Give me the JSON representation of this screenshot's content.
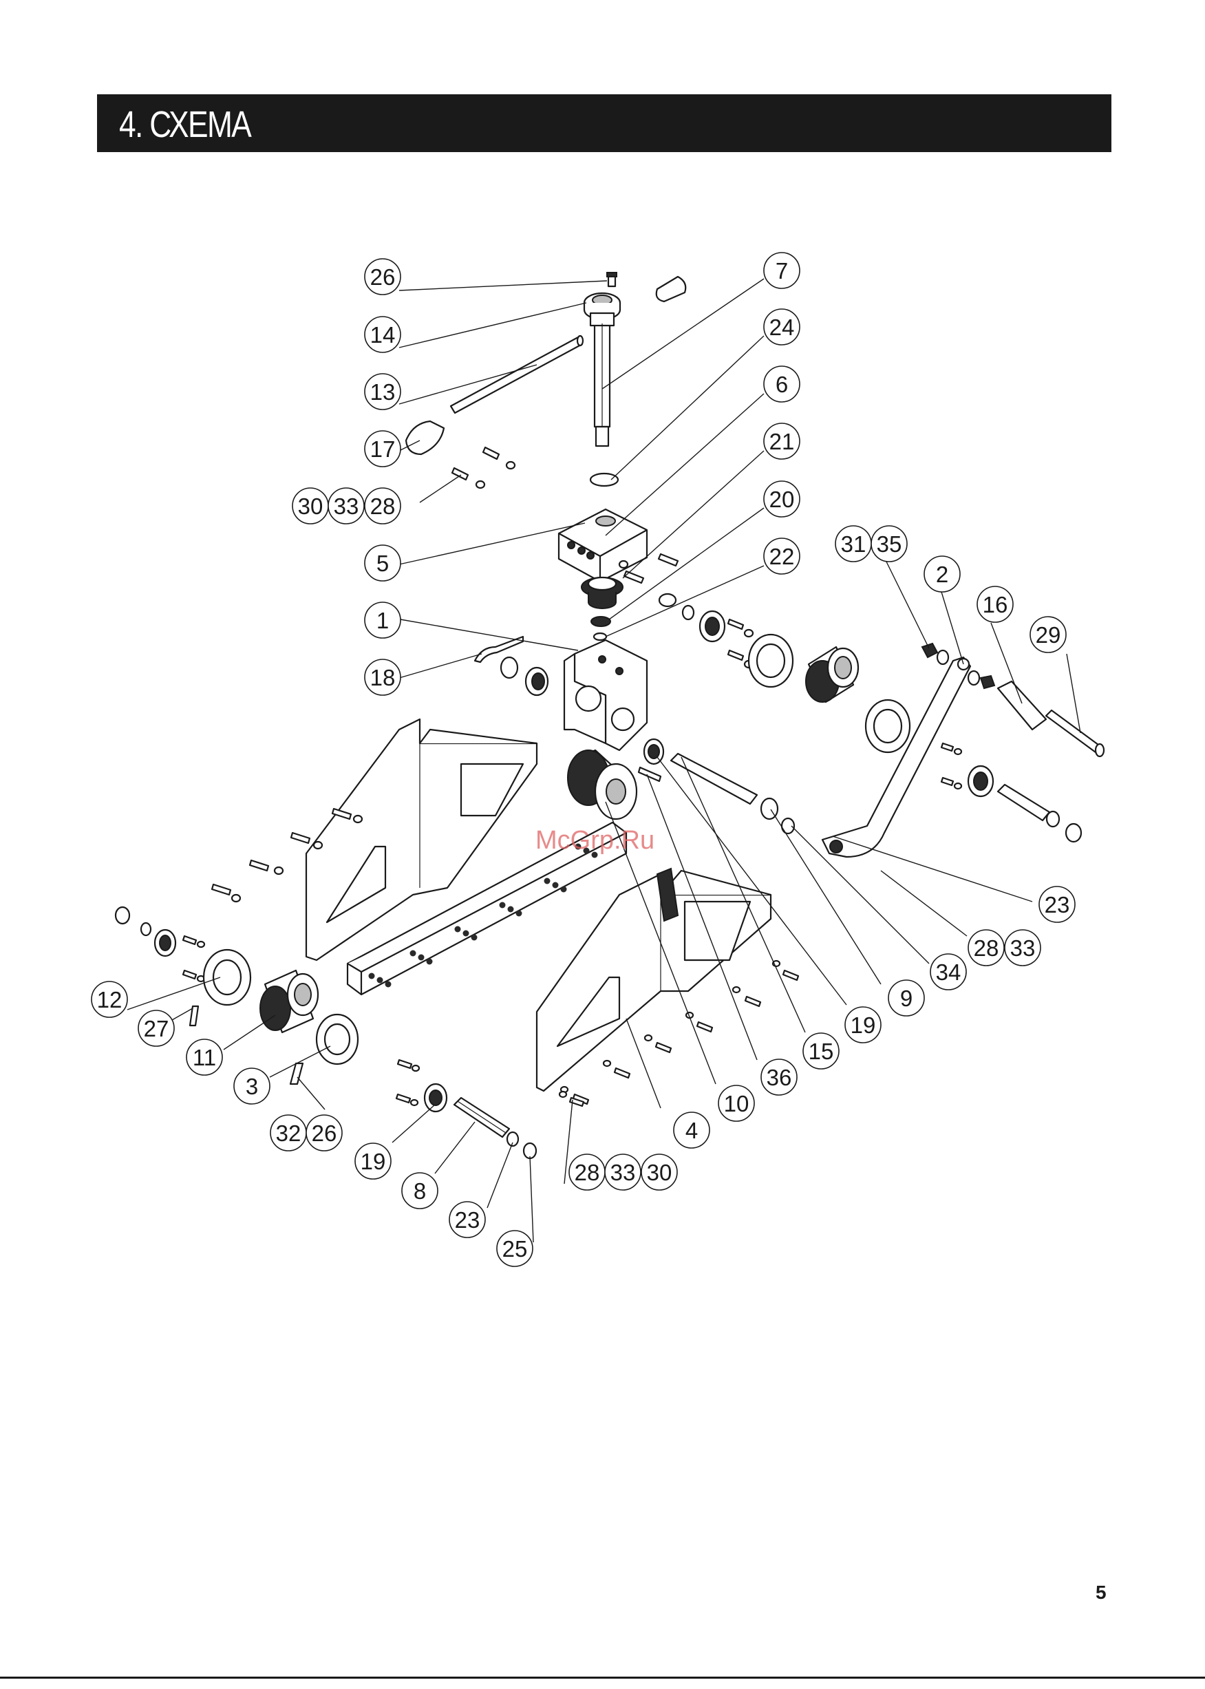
{
  "header": {
    "title": "4. СХЕМА"
  },
  "callouts": [
    "26",
    "14",
    "13",
    "17",
    "30",
    "33",
    "28",
    "5",
    "1",
    "18",
    "7",
    "24",
    "6",
    "21",
    "20",
    "22",
    "31",
    "35",
    "2",
    "16",
    "29",
    "23",
    "28",
    "33",
    "34",
    "9",
    "19",
    "15",
    "36",
    "10",
    "4",
    "12",
    "27",
    "11",
    "3",
    "32",
    "26",
    "19",
    "8",
    "23",
    "25",
    "28",
    "33",
    "30"
  ],
  "watermark": "McGrp.Ru",
  "page_number": "5"
}
